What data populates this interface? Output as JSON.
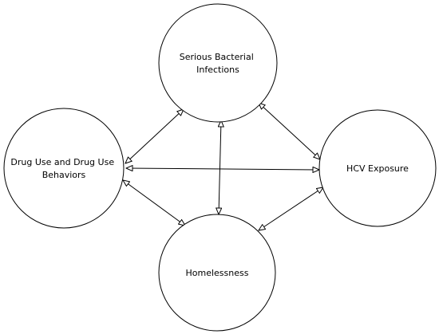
{
  "diagram": {
    "nodes": [
      {
        "id": "infections",
        "label_lines": [
          "Serious Bacterial",
          "Infections"
        ]
      },
      {
        "id": "drug-use",
        "label_lines": [
          "Drug Use and Drug Use",
          "Behaviors"
        ]
      },
      {
        "id": "hcv",
        "label_lines": [
          "HCV Exposure"
        ]
      },
      {
        "id": "homelessness",
        "label_lines": [
          "Homelessness"
        ]
      }
    ],
    "edges": [
      {
        "from": "drug-use",
        "to": "infections",
        "arrows": "both"
      },
      {
        "from": "infections",
        "to": "hcv",
        "arrows": "both"
      },
      {
        "from": "infections",
        "to": "homelessness",
        "arrows": "both"
      },
      {
        "from": "drug-use",
        "to": "hcv",
        "arrows": "both"
      },
      {
        "from": "drug-use",
        "to": "homelessness",
        "arrows": "both"
      },
      {
        "from": "homelessness",
        "to": "hcv",
        "arrows": "both"
      }
    ],
    "colors": {
      "stroke": "#000000",
      "fill": "#ffffff",
      "text": "#000000"
    }
  }
}
